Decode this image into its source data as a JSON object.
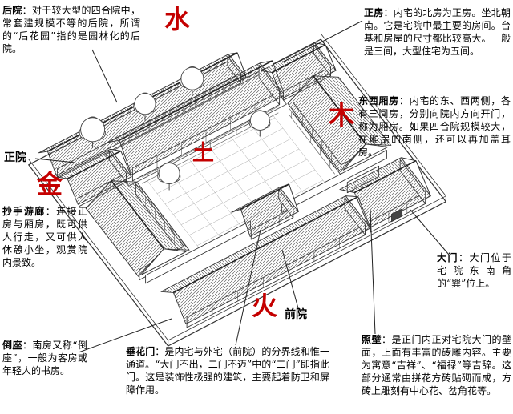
{
  "wuxing": {
    "water": "水",
    "wood": "木",
    "metal": "金",
    "fire": "火",
    "earth": "土"
  },
  "labels": {
    "zhengyuan": "正院",
    "qianyuan": "前院"
  },
  "notes": {
    "houyuan": {
      "label": "后院",
      "text": "：对于较大型的四合院中，常套建规模不等的后院，所谓的“后花园”指的是园林化的后院。"
    },
    "zhengfang": {
      "label": "正房",
      "text": "：内宅的北房为正房。坐北朝南。它是宅院中最主要的房间。台基和房屋的尺寸都比较高大。一般是三间，大型住宅为五间。"
    },
    "dongxixiangfang": {
      "label": "东西厢房",
      "text": "：内宅的东、西两侧，各有三间房，分别向院内方向开门，称为厢房。如果四合院规模较大，在厢房的南侧，还可以再加盖耳房。"
    },
    "chaoshouyoulang": {
      "label": "抄手游廊",
      "text": "：连接正房与厢房，既可供人行走，又可供人休憩小坐，观赏院内景致。"
    },
    "damen": {
      "label": "大门",
      "text": "：大门位于宅院东南角的“巽”位上。"
    },
    "zhaobi": {
      "label": "照壁",
      "text": "：是正门内正对宅院大门的壁面，上面有丰富的砖雕内容。主要为寓意“吉祥”、“福禄”等吉辞。这部分通常由拼花方砖贴砌而成，方砖上雕刻有中心花、岔角花等。"
    },
    "daozuo": {
      "label": "倒座",
      "text": "：南房又称“倒座”，一般为客房或年轻人的书房。"
    },
    "chuihuamen": {
      "label": "垂花门",
      "text": "：是内宅与外宅（前院）的分界线和惟一通道。“大门不出，二门不迈”中的“二门”即指此门。这是装饰性极强的建筑，主要起着防卫和屏障作用。"
    }
  },
  "colors": {
    "accent_red": "#c40000",
    "ink": "#000000"
  }
}
